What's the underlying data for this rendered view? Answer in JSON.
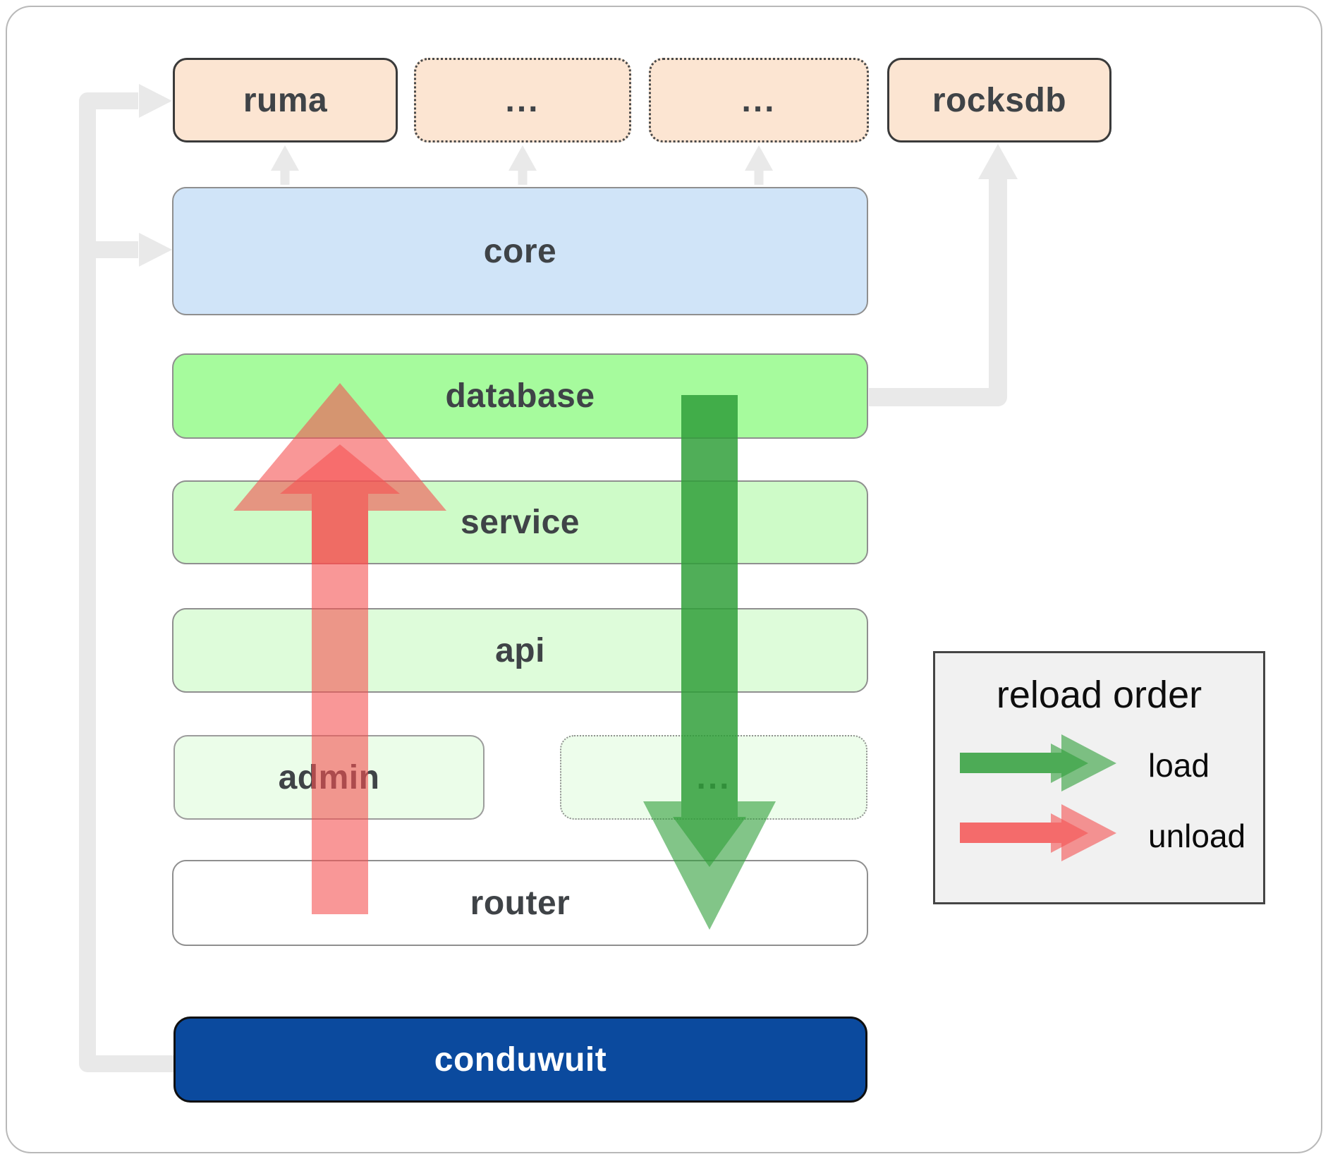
{
  "diagram": {
    "external_deps": {
      "ruma": "ruma",
      "other_a": "...",
      "other_b": "...",
      "rocksdb": "rocksdb"
    },
    "crates": {
      "core": "core",
      "database": "database",
      "service": "service",
      "api": "api",
      "admin": "admin",
      "admin_other": "...",
      "router": "router",
      "main": "conduwuit"
    }
  },
  "legend": {
    "title": "reload order",
    "load": "load",
    "unload": "unload"
  },
  "colors": {
    "peach": "#fce5d2",
    "core-blue": "#d0e4f8",
    "db-green": "#a6fb9d",
    "service-green": "#cefbc8",
    "api-green": "#defcda",
    "admin-green": "#ebfde9",
    "router-white": "#ffffff",
    "conduwuit-blue": "#0b4a9e",
    "label-gray": "#3f4347",
    "connector-gray": "#e9e9e9",
    "unload-red": "#f55151",
    "load-green": "#2f9e38",
    "legend-bg": "#f1f1f1",
    "legend-border": "#454545"
  }
}
